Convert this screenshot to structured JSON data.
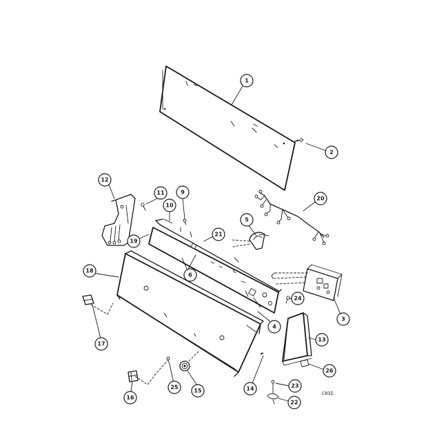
{
  "diagram": {
    "callouts": [
      {
        "id": "c1",
        "label": "1"
      },
      {
        "id": "c2",
        "label": "2"
      },
      {
        "id": "c3",
        "label": "3"
      },
      {
        "id": "c4",
        "label": "4"
      },
      {
        "id": "c5",
        "label": "5"
      },
      {
        "id": "c6",
        "label": "6"
      },
      {
        "id": "c9",
        "label": "9"
      },
      {
        "id": "c10",
        "label": "10"
      },
      {
        "id": "c11",
        "label": "11"
      },
      {
        "id": "c12",
        "label": "12"
      },
      {
        "id": "c13",
        "label": "13"
      },
      {
        "id": "c14",
        "label": "14"
      },
      {
        "id": "c15",
        "label": "15"
      },
      {
        "id": "c16",
        "label": "16"
      },
      {
        "id": "c17",
        "label": "17"
      },
      {
        "id": "c18",
        "label": "18"
      },
      {
        "id": "c19",
        "label": "19"
      },
      {
        "id": "c20",
        "label": "20"
      },
      {
        "id": "c21",
        "label": "21"
      },
      {
        "id": "c22",
        "label": "22"
      },
      {
        "id": "c23",
        "label": "23"
      },
      {
        "id": "c24",
        "label": "24"
      },
      {
        "id": "c25",
        "label": "25"
      },
      {
        "id": "c26",
        "label": "26"
      }
    ],
    "code": "C03I"
  }
}
